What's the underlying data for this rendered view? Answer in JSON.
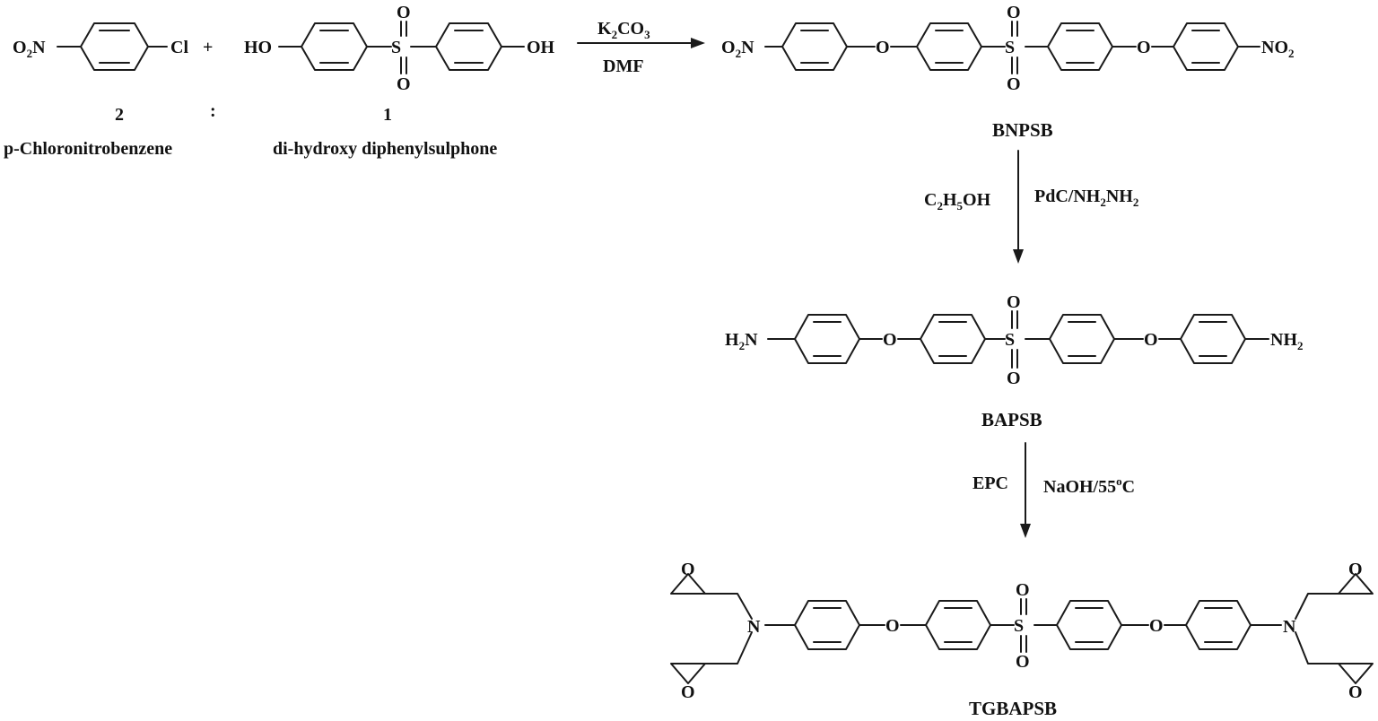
{
  "reactants": {
    "compound_2": {
      "left_group": "O2N",
      "right_group": "Cl",
      "number": "2",
      "name": "p-Chloronitrobenzene"
    },
    "plus_sign": "+",
    "ratio_colon": ":",
    "compound_1": {
      "left_group": "HO",
      "right_group": "OH",
      "sulfonyl_atoms": [
        "O",
        "S",
        "O"
      ],
      "number": "1",
      "name": "di-hydroxy diphenylsulphone"
    }
  },
  "step1": {
    "reagent_above": "K2CO3",
    "solvent_below": "DMF"
  },
  "product_bnpsb": {
    "end_group_left": "O2N",
    "end_group_right": "NO2",
    "ether_oxygen": "O",
    "sulfonyl_atoms": [
      "O",
      "S",
      "O"
    ],
    "name": "BNPSB"
  },
  "step2": {
    "left_label": "C2H5OH",
    "right_label": "PdC/NH2NH2"
  },
  "product_bapsb": {
    "end_group_left": "H2N",
    "end_group_right": "NH2",
    "ether_oxygen": "O",
    "sulfonyl_atoms": [
      "O",
      "S",
      "O"
    ],
    "name": "BAPSB"
  },
  "step3": {
    "left_label": "EPC",
    "right_label": "NaOH/55oC"
  },
  "product_tgbapsb": {
    "amine_atom": "N",
    "epoxide_oxygen": "O",
    "ether_oxygen": "O",
    "sulfonyl_atoms": [
      "O",
      "S",
      "O"
    ],
    "name": "TGBAPSB"
  }
}
